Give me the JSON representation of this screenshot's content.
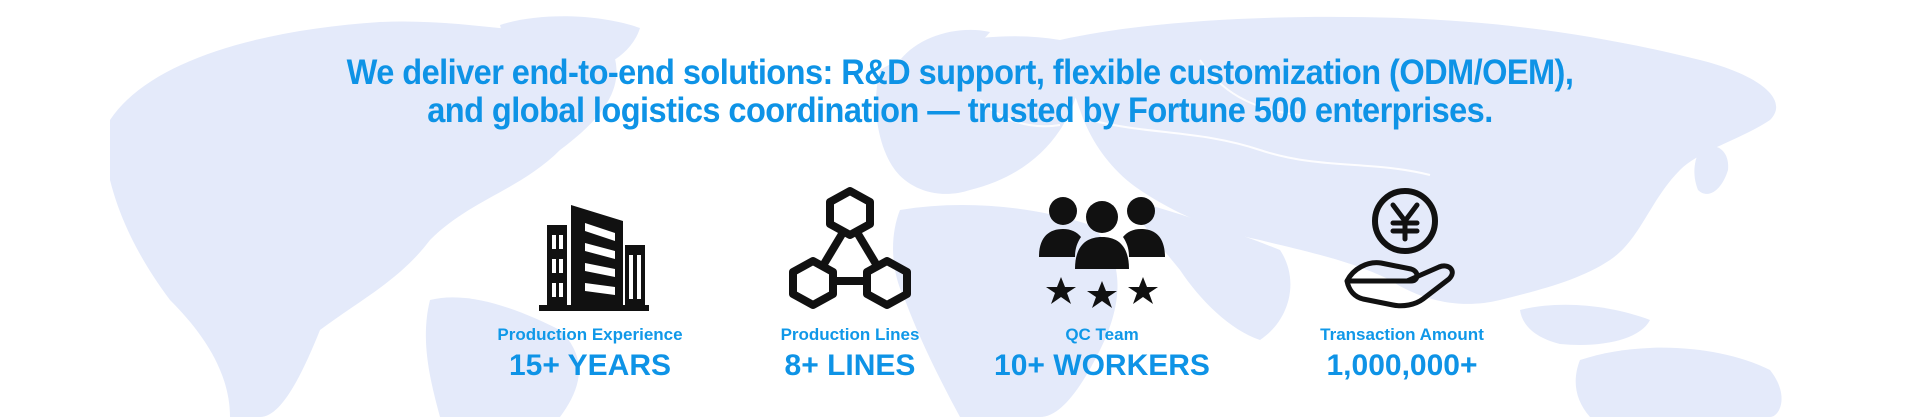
{
  "headline": {
    "line1": "We deliver end-to-end solutions: R&D support, flexible customization (ODM/OEM),",
    "line2": "and global logistics coordination — trusted by Fortune 500 enterprises."
  },
  "stats": [
    {
      "icon": "building-icon",
      "label": "Production Experience",
      "value": "15+ YEARS"
    },
    {
      "icon": "network-hexagons-icon",
      "label": "Production Lines",
      "value": "8+ LINES"
    },
    {
      "icon": "team-stars-icon",
      "label": "QC Team",
      "value": "10+ WORKERS"
    },
    {
      "icon": "yen-coin-hand-icon",
      "label": "Transaction Amount",
      "value": "1,000,000+"
    }
  ],
  "colors": {
    "accent": "#0e93e6",
    "map": "#e4eafa",
    "icon": "#111111"
  }
}
